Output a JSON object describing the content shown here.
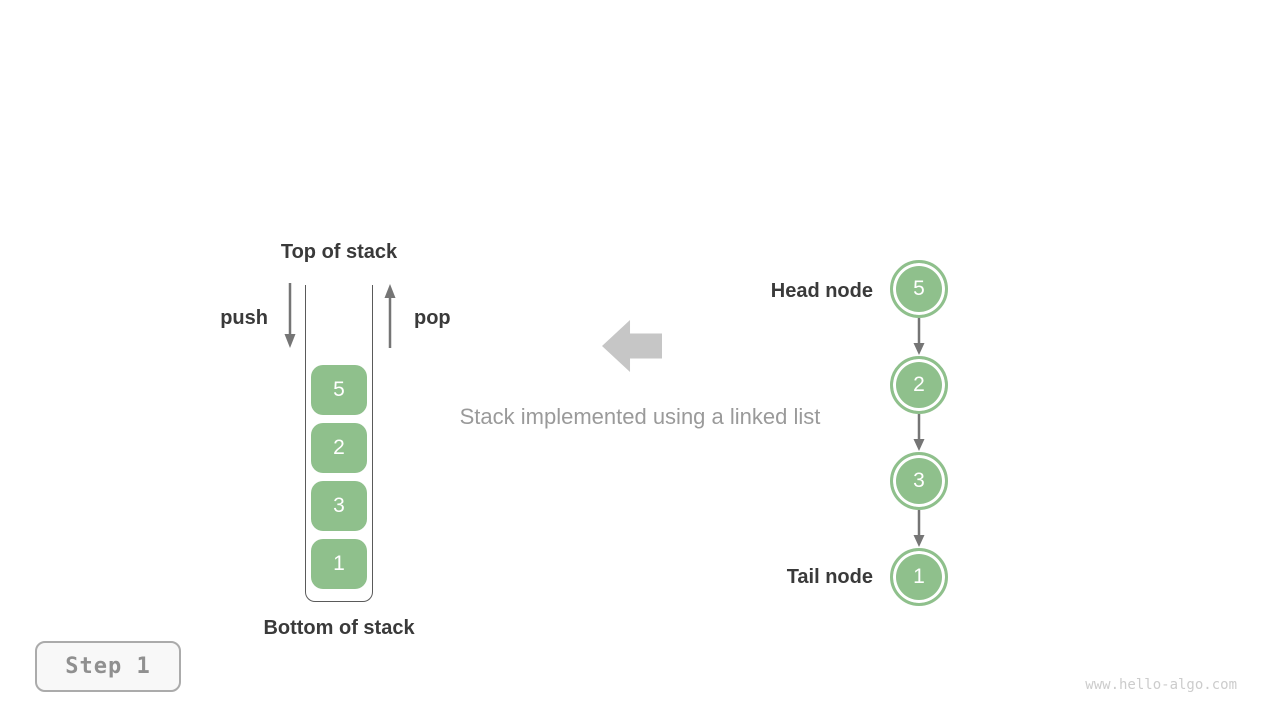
{
  "stack_panel": {
    "top_label": "Top of stack",
    "bottom_label": "Bottom of stack",
    "push_label": "push",
    "pop_label": "pop",
    "items": [
      "5",
      "2",
      "3",
      "1"
    ]
  },
  "caption": {
    "text": "Stack implemented using a linked list"
  },
  "linked_list_panel": {
    "head_label": "Head node",
    "tail_label": "Tail node",
    "nodes": [
      "5",
      "2",
      "3",
      "1"
    ]
  },
  "step_badge": {
    "label": "Step 1"
  },
  "watermark": {
    "text": "www.hello-algo.com"
  },
  "colors": {
    "node_green": "#8FC08C",
    "arrow_gray": "#757575",
    "big_arrow_gray": "#C6C6C6",
    "label_dark": "#3A3A3A",
    "caption_gray": "#9A9A9A",
    "wall_gray": "#5A5A5A",
    "badge_border": "#ABABAB",
    "badge_bg": "#F8F8F8",
    "badge_text": "#909090",
    "watermark_gray": "#CCCCCC"
  }
}
